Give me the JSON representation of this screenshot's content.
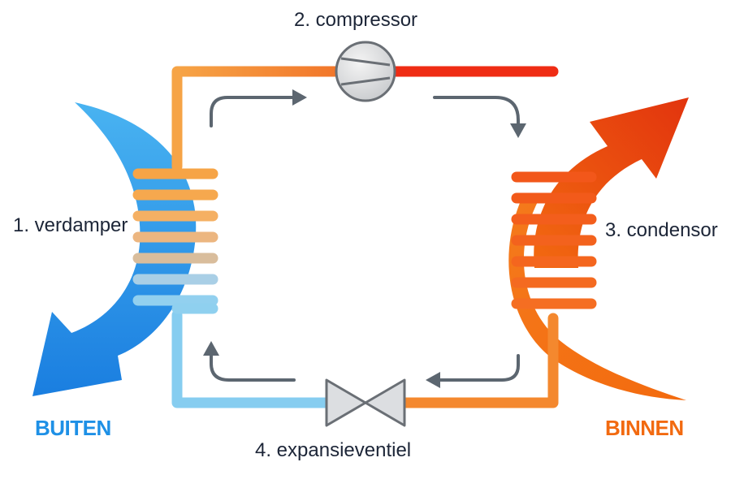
{
  "labels": {
    "compressor": "2. compressor",
    "evaporator": "1. verdamper",
    "condenser": "3. condensor",
    "expansion_valve": "4. expansieventiel",
    "outside": "BUITEN",
    "inside": "BINNEN"
  },
  "colors": {
    "outside": "#1e90e6",
    "inside": "#f26a10",
    "hot": "#ee3316",
    "warm": "#f7a23c",
    "cold": "#86cdf0",
    "text": "#1c2537",
    "arrow": "#5c6670"
  }
}
